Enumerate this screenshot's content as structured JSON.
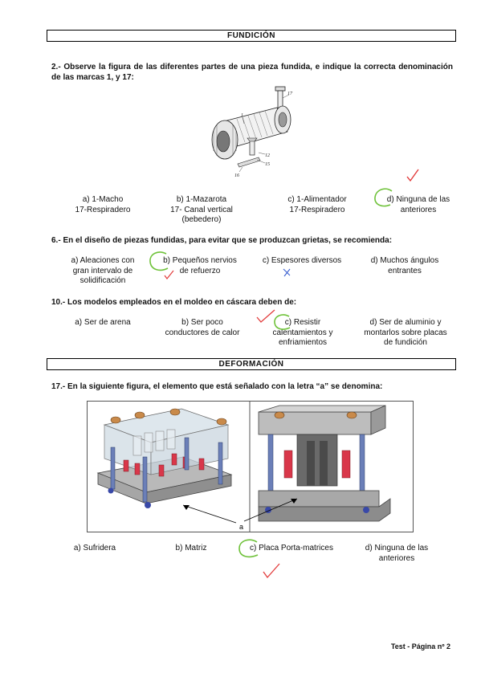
{
  "sections": {
    "fundicion": "FUNDICIÓN",
    "deformacion": "DEFORMACIÓN"
  },
  "q2": {
    "text": "2.- Observe la figura de las diferentes partes de una pieza fundida, e indique la correcta denominación de las marcas 1, y 17:",
    "figure_labels": [
      "17",
      "1",
      "12",
      "15",
      "16"
    ],
    "options": [
      {
        "line1": "a) 1-Macho",
        "line2": "17-Respiradero",
        "line3": ""
      },
      {
        "line1": "b) 1-Mazarota",
        "line2": "17- Canal vertical",
        "line3": "(bebedero)"
      },
      {
        "line1": "c) 1-Alimentador",
        "line2": "17-Respiradero",
        "line3": ""
      },
      {
        "line1": "d) Ninguna de las",
        "line2": "anteriores",
        "line3": ""
      }
    ]
  },
  "q6": {
    "text": "6.- En el diseño de piezas fundidas, para evitar que se produzcan grietas, se recomienda:",
    "options": [
      {
        "line1": "a) Aleaciones con",
        "line2": "gran intervalo de",
        "line3": "solidificación"
      },
      {
        "line1": "b) Pequeños nervios",
        "line2": "de refuerzo",
        "line3": ""
      },
      {
        "line1": "c) Espesores diversos",
        "line2": "",
        "line3": ""
      },
      {
        "line1": "d) Muchos ángulos",
        "line2": "entrantes",
        "line3": ""
      }
    ]
  },
  "q10": {
    "text": "10.- Los modelos empleados en el moldeo en cáscara deben de:",
    "options": [
      {
        "line1": "a) Ser de arena",
        "line2": "",
        "line3": ""
      },
      {
        "line1": "b) Ser poco",
        "line2": "conductores de calor",
        "line3": ""
      },
      {
        "line1": "c) Resistir",
        "line2": "calentamientos y",
        "line3": "enfriamientos"
      },
      {
        "line1": "d) Ser de aluminio y",
        "line2": "montarlos sobre placas",
        "line3": "de fundición"
      }
    ]
  },
  "q17": {
    "text": "17.- En la siguiente figura, el elemento que está señalado con la letra “a” se denomina:",
    "figure_label": "a",
    "options": [
      {
        "line1": "a) Sufridera",
        "line2": ""
      },
      {
        "line1": "b) Matriz",
        "line2": ""
      },
      {
        "line1": "c) Placa Porta-matrices",
        "line2": ""
      },
      {
        "line1": "d) Ninguna de las",
        "line2": "anteriores"
      }
    ]
  },
  "footer": "Test - Página nº 2",
  "colors": {
    "green_mark": "#6fc23a",
    "red_mark": "#e23a3a",
    "blue_mark": "#3a5fd0"
  }
}
